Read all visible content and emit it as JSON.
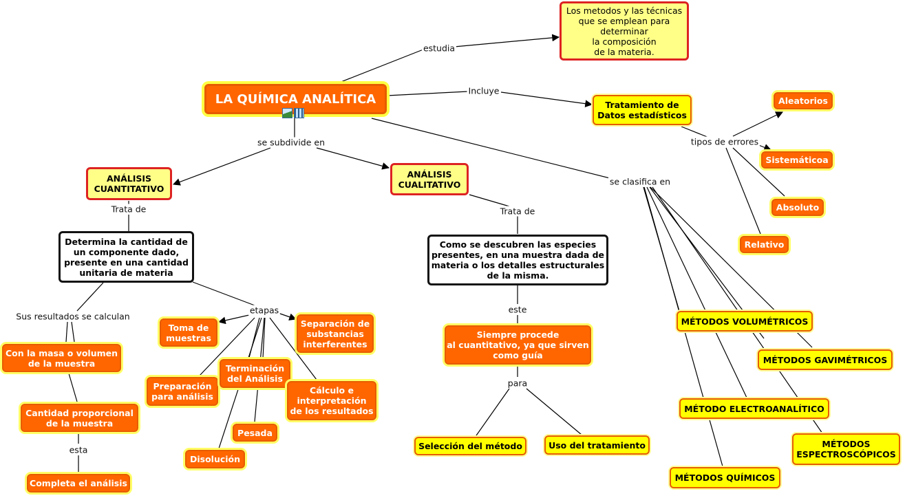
{
  "title": "LA QUÍMICA ANALÍTICA",
  "nodes": {
    "definition": "Los metodos y las técnicas\nque se emplean para\ndeterminar\nla composición\nde la materia.",
    "tratamiento": "Tratamiento de\nDatos estadísticos",
    "aleatorios": "Aleatorios",
    "sistematicos": "Sistemáticoa",
    "absoluto": "Absoluto",
    "relativo": "Relativo",
    "cuantitativo": "ANÁLISIS\nCUANTITATIVO",
    "cualitativo": "ANÁLISIS\nCUALITATIVO",
    "determina": "Determina la cantidad de\nun componente dado,\npresente en una cantidad\nunitaria de materia",
    "descubren": "Como se descubren las especies\npresentes, en una muestra dada de\nmateria o los detalles estructurales\nde la misma.",
    "masa": "Con la masa o volumen\nde la muestra",
    "cantidad_prop": "Cantidad proporcional\nde la muestra",
    "completa": "Completa el análisis",
    "toma": "Toma de\nmuestras",
    "separacion": "Separación de\nsubstancias\ninterferentes",
    "preparacion": "Preparación\npara análisis",
    "terminacion": "Terminación\ndel Análisis",
    "calculo": "Cálculo e\ninterpretación\nde los resultados",
    "pesada": "Pesada",
    "disolucion": "Disolución",
    "siempre": "Siempre procede\nal cuantitativo, ya que sirven\ncomo guía",
    "seleccion": "Selección del método",
    "uso": "Uso del tratamiento",
    "volumetricos": "MÉTODOS VOLUMÉTRICOS",
    "gravimetricos": "MÉTODOS GAVIMÉTRICOS",
    "electro": "MÉTODO ELECTROANALÍTICO",
    "espectro": "MÉTODOS\nESPECTROSCÓPICOS",
    "quimicos": "MÉTODOS QUÍMICOS"
  },
  "labels": {
    "estudia": "estudia",
    "incluye": "Incluye",
    "subdivide": "se subdivide en",
    "clasifica": "se clasifica en",
    "tipos": "tipos de errores",
    "trata1": "Trata de",
    "trata2": "Trata de",
    "sus": "Sus resultados se calculan",
    "esta": "esta",
    "etapas": "etapas",
    "este": "este",
    "para": "para"
  },
  "colors": {
    "orange": "#ff6600",
    "yellow": "#ffff00",
    "red_border": "#dd2222"
  }
}
